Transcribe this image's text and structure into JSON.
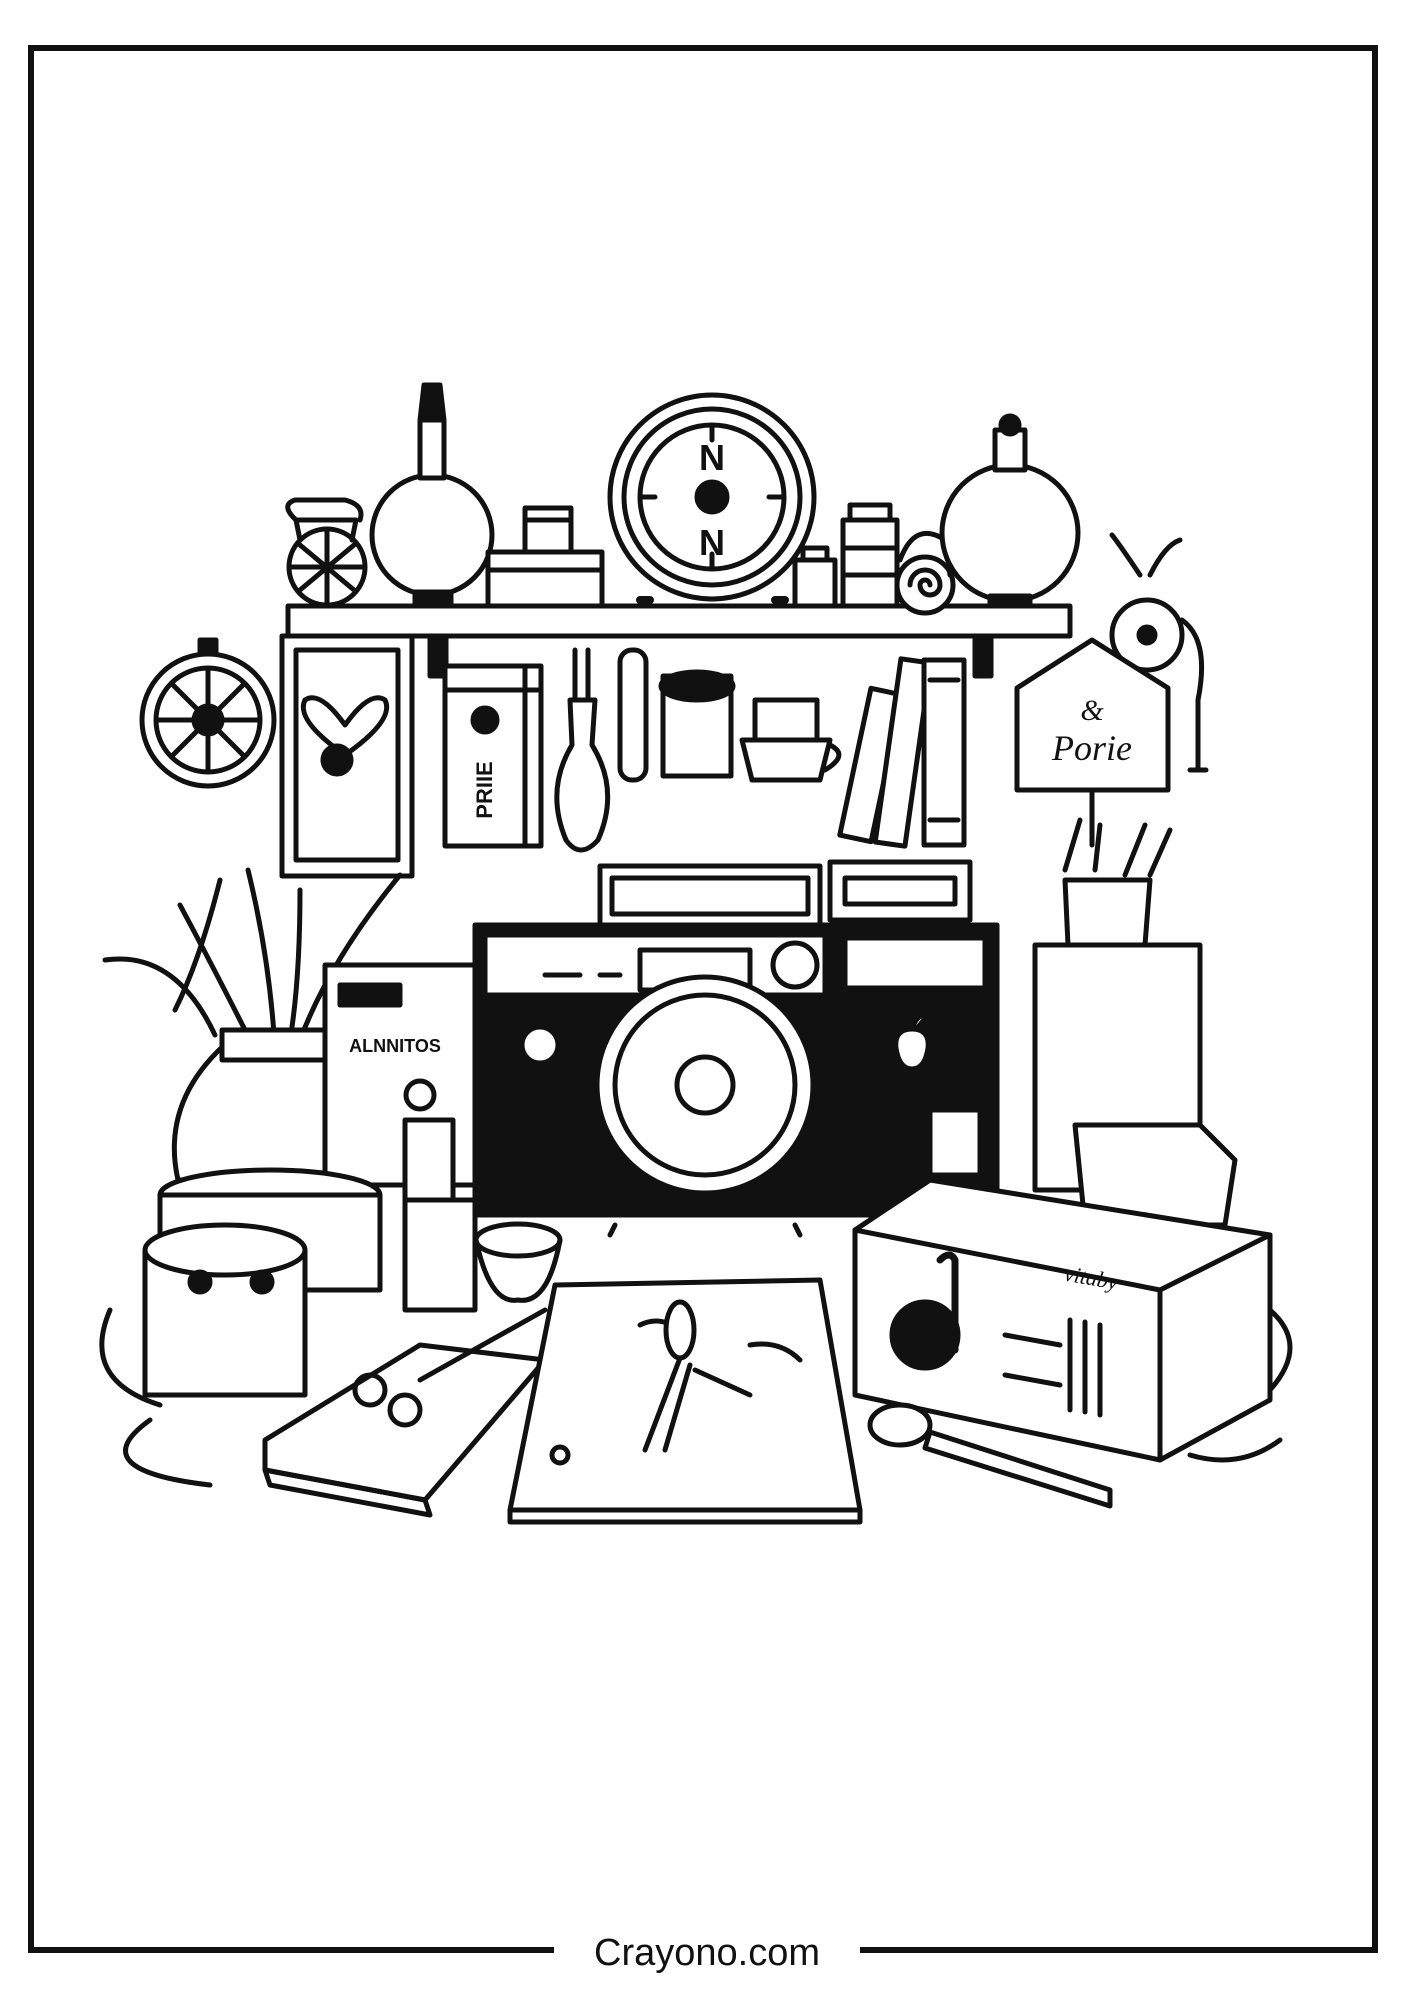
{
  "illustration": {
    "signs": {
      "shelf_box_label": "PRIIE",
      "hanging_sign_text": "Porie",
      "appliance_label": "ALNNITOS",
      "radio_label": "vitaby"
    },
    "clock_letters": {
      "top": "N",
      "bottom": "N"
    },
    "icons": [
      "heart-icon",
      "apple-logo-icon",
      "gear-icon"
    ]
  },
  "footer": {
    "site": "Crayono.com"
  }
}
